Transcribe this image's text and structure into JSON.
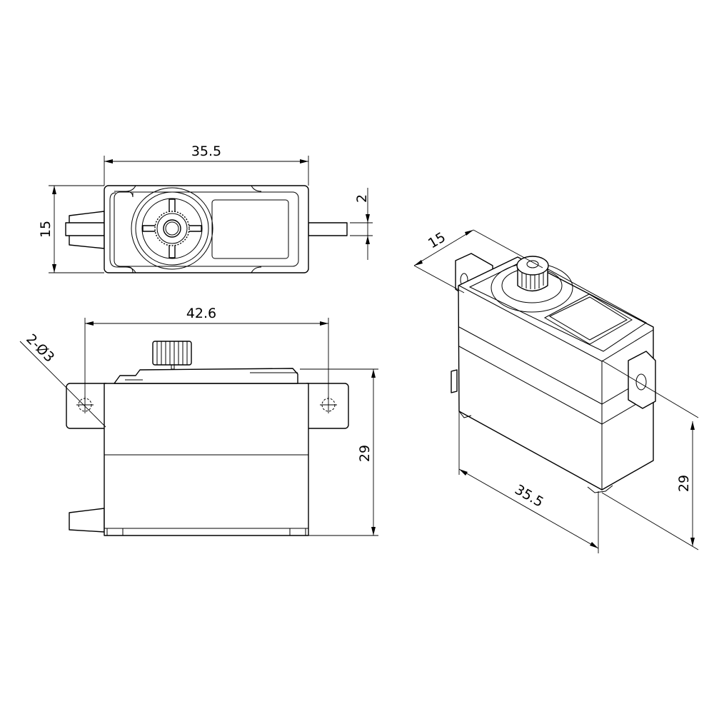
{
  "drawing": {
    "top_view": {
      "width_label": "35.5",
      "depth_label": "15",
      "wire_label": "2"
    },
    "front_view": {
      "hole_spacing_label": "42.6",
      "hole_label": "2-Ø3",
      "height_label": "29"
    },
    "iso_view": {
      "depth_label": "15",
      "length_label": "35.5",
      "height_label": "29"
    },
    "line_color": "#000000",
    "background": "#ffffff"
  }
}
